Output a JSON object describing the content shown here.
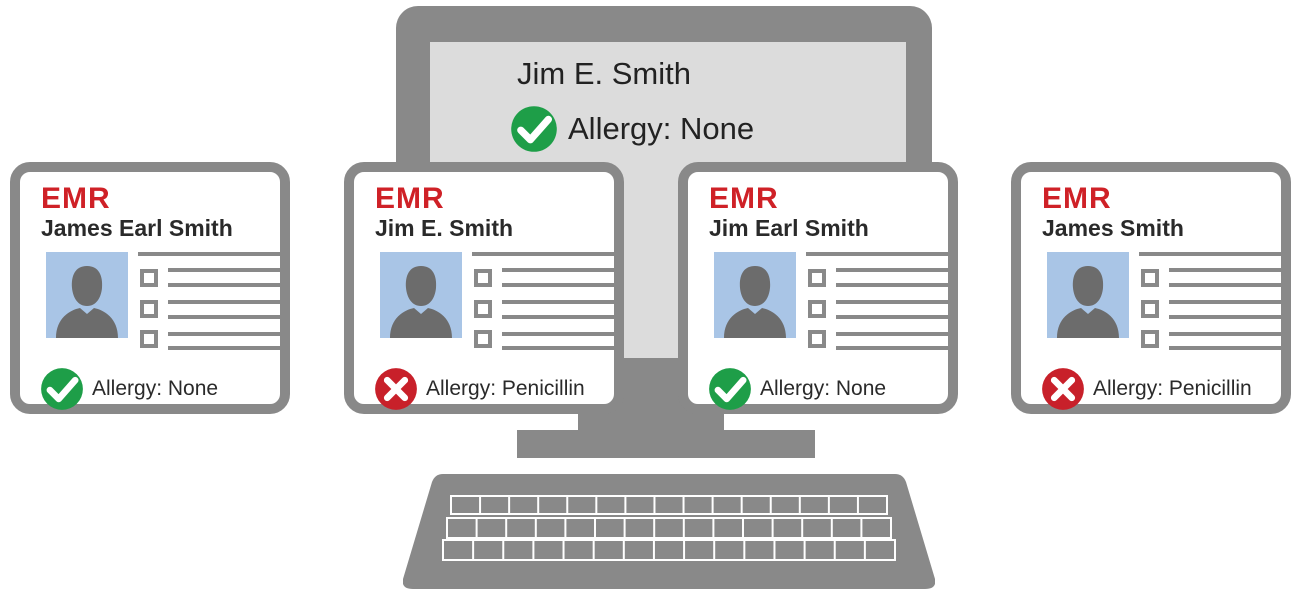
{
  "screen": {
    "patient_name": "Jim E. Smith",
    "allergy": "Allergy: None",
    "status_icon": "check-icon"
  },
  "cards": [
    {
      "logo": "EMR",
      "name": "James Earl Smith",
      "allergy": "Allergy: None",
      "status_icon": "check-icon"
    },
    {
      "logo": "EMR",
      "name": "Jim E. Smith",
      "allergy": "Allergy: Penicillin",
      "status_icon": "cross-icon"
    },
    {
      "logo": "EMR",
      "name": "Jim Earl Smith",
      "allergy": "Allergy: None",
      "status_icon": "check-icon"
    },
    {
      "logo": "EMR",
      "name": "James Smith",
      "allergy": "Allergy: Penicillin",
      "status_icon": "cross-icon"
    }
  ],
  "colors": {
    "frame_gray": "#898989",
    "screen_gray": "#dcdcdc",
    "emr_red": "#cf2127",
    "check_green": "#1e9e48",
    "cross_red": "#c8202a",
    "avatar_blue": "#a9c5e6"
  }
}
